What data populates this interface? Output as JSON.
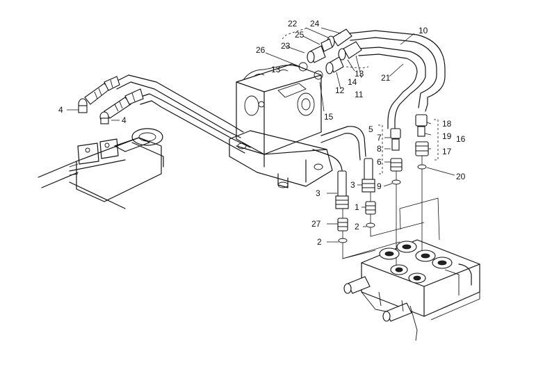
{
  "diagram": {
    "callouts": [
      {
        "id": "c1",
        "text": "1"
      },
      {
        "id": "c2a",
        "text": "2"
      },
      {
        "id": "c2b",
        "text": "2"
      },
      {
        "id": "c3a",
        "text": "3"
      },
      {
        "id": "c3b",
        "text": "3"
      },
      {
        "id": "c4a",
        "text": "4"
      },
      {
        "id": "c4b",
        "text": "4"
      },
      {
        "id": "c5",
        "text": "5"
      },
      {
        "id": "c6",
        "text": "6"
      },
      {
        "id": "c7",
        "text": "7"
      },
      {
        "id": "c8",
        "text": "8"
      },
      {
        "id": "c9",
        "text": "9"
      },
      {
        "id": "c10",
        "text": "10"
      },
      {
        "id": "c11",
        "text": "11"
      },
      {
        "id": "c12",
        "text": "12"
      },
      {
        "id": "c13a",
        "text": "13"
      },
      {
        "id": "c13b",
        "text": "13"
      },
      {
        "id": "c14",
        "text": "14"
      },
      {
        "id": "c15",
        "text": "15"
      },
      {
        "id": "c16",
        "text": "16"
      },
      {
        "id": "c17",
        "text": "17"
      },
      {
        "id": "c18",
        "text": "18"
      },
      {
        "id": "c19",
        "text": "19"
      },
      {
        "id": "c20",
        "text": "20"
      },
      {
        "id": "c21",
        "text": "21"
      },
      {
        "id": "c22",
        "text": "22"
      },
      {
        "id": "c23",
        "text": "23"
      },
      {
        "id": "c24",
        "text": "24"
      },
      {
        "id": "c25",
        "text": "25"
      },
      {
        "id": "c26",
        "text": "26"
      },
      {
        "id": "c27",
        "text": "27"
      }
    ]
  }
}
